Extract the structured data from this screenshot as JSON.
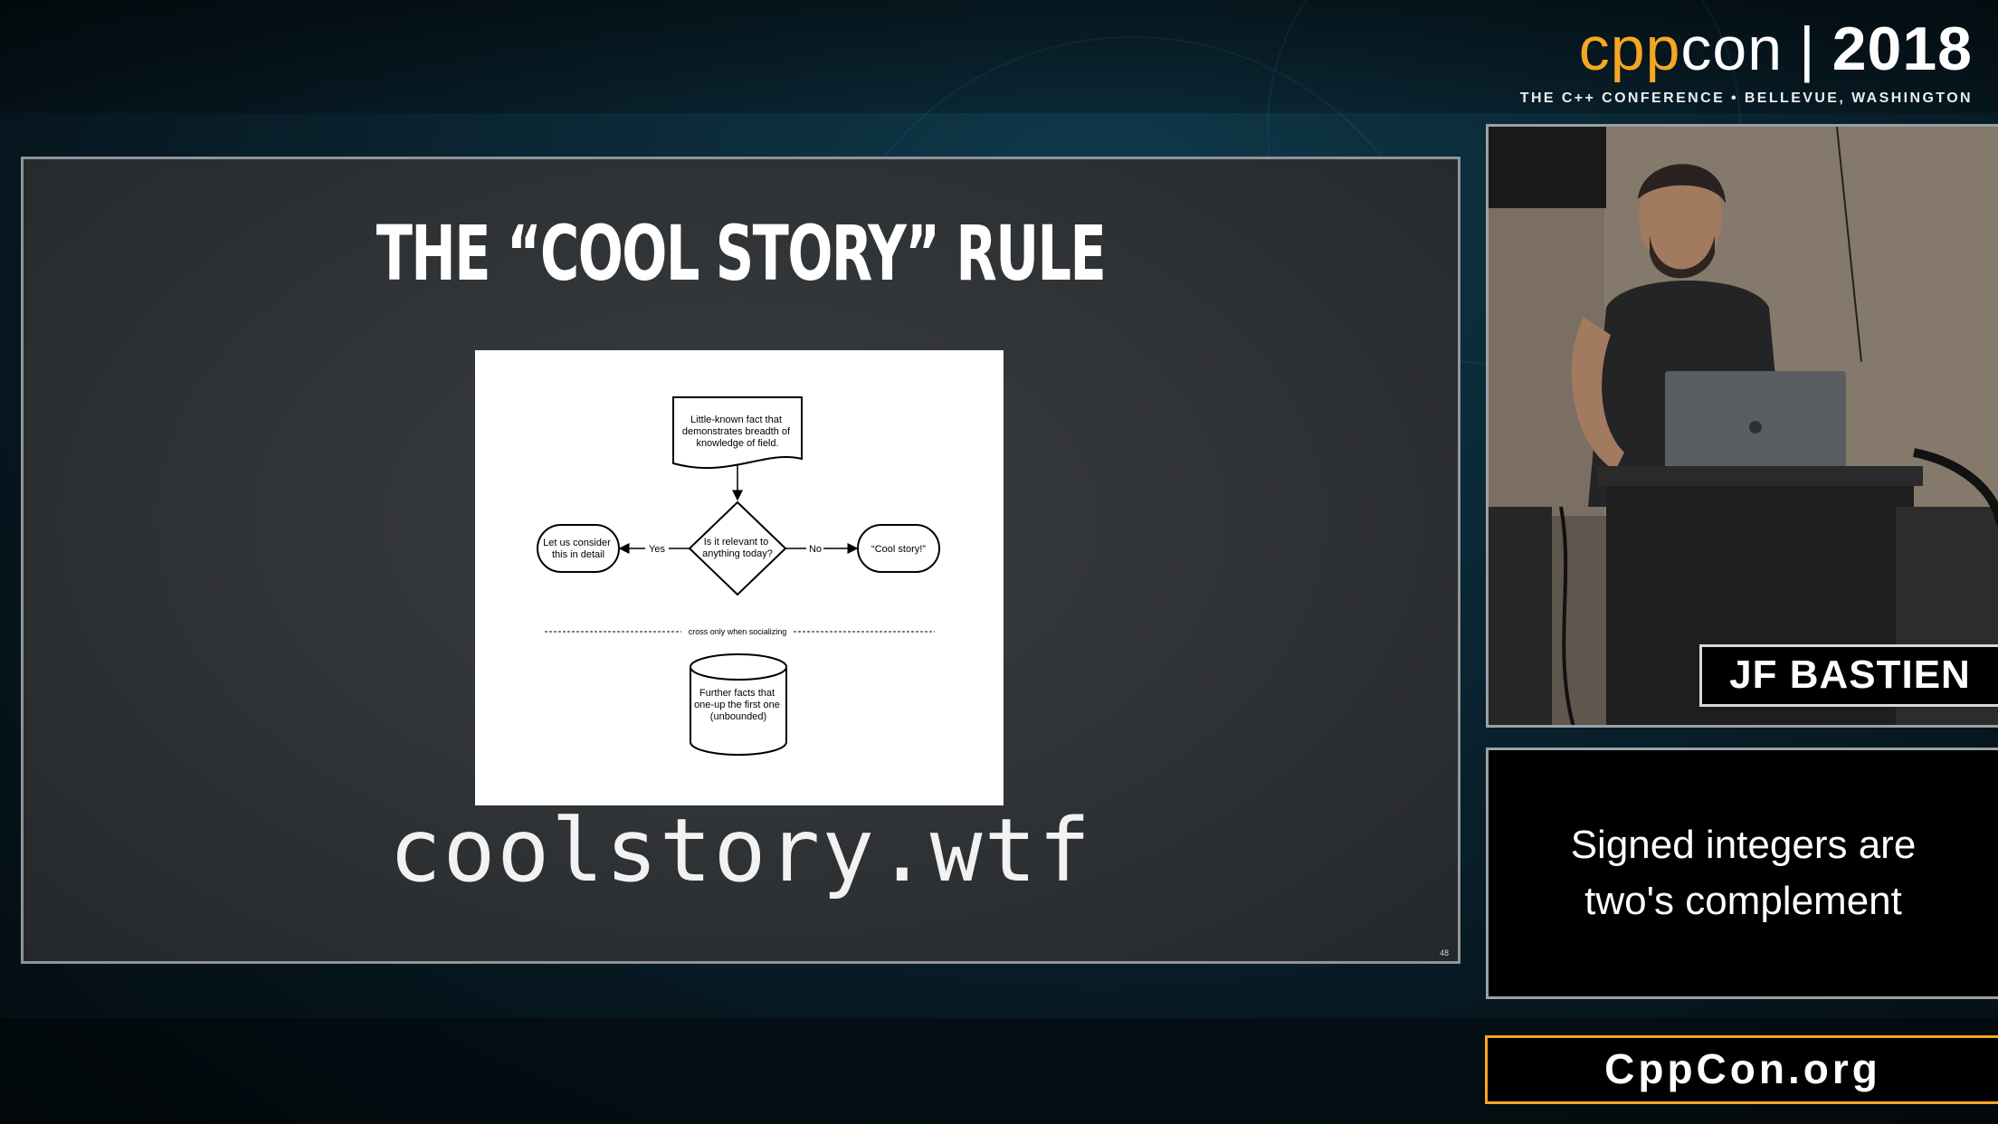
{
  "logo": {
    "cpp": "cpp",
    "con": "con",
    "separator": "|",
    "year": "2018",
    "subtitle": "THE C++ CONFERENCE • BELLEVUE, WASHINGTON"
  },
  "slide": {
    "title": "THE “COOL STORY” RULE",
    "url": "coolstory.wtf",
    "page_number": "48",
    "flowchart": {
      "top_doc": [
        "Little-known fact that",
        "demonstrates breadth of",
        "knowledge of field."
      ],
      "decision": [
        "Is it relevant to",
        "anything today?"
      ],
      "left_term": [
        "Let us consider",
        "this in detail"
      ],
      "right_term": "“Cool story!”",
      "yes_label": "Yes",
      "no_label": "No",
      "divider_label": "cross only when socializing",
      "db": [
        "Further facts that",
        "one-up the first one",
        "(unbounded)"
      ]
    }
  },
  "speaker": {
    "name": "JF BASTIEN"
  },
  "topic": {
    "text": "Signed integers are two's complement"
  },
  "website": {
    "text": "CppCon.org"
  },
  "colors": {
    "accent": "#f5a623",
    "background": "#0a2532"
  }
}
